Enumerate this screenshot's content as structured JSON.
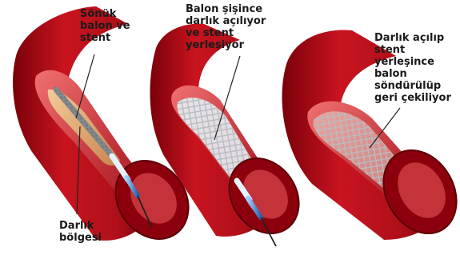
{
  "labels": {
    "collapsed_balloon_stent": [
      "Sönük",
      "balon ve",
      "stent"
    ],
    "balloon_inflating": [
      "Balon şişince",
      "darlık açılıyor",
      "ve stent",
      "yerleşiyor"
    ],
    "balloon_deflated": [
      "Darlık açılıp",
      "stent",
      "yerleşince",
      "balon",
      "söndürülüp",
      "geri çekiliyor"
    ],
    "stenosis_region": [
      "Darlık",
      "bölgesi"
    ]
  },
  "colors": {
    "artery_wall": "#b3111a",
    "artery_dark": "#6e0008",
    "lumen_inner": "#d94a4a",
    "plaque": "#e8b27a",
    "stent_wire": "#9fa4a8",
    "catheter_blue": "#3a7fd0",
    "guide_wire": "#222222",
    "balloon": "#cfe3f2"
  }
}
